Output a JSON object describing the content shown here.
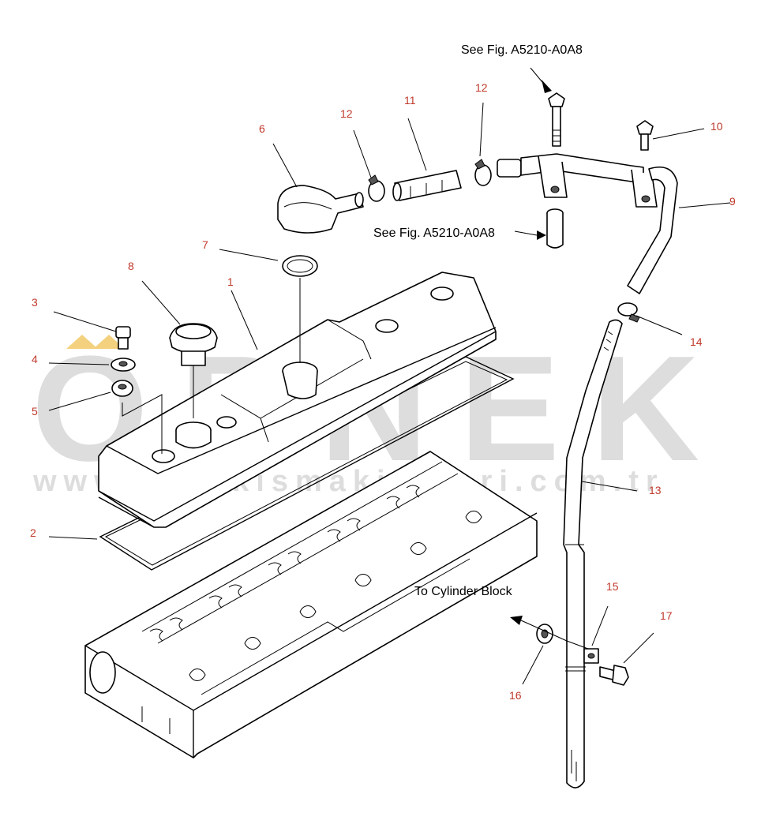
{
  "watermark": {
    "brand": "ORNEK",
    "website": "www.ornekismakinalari.com.tr",
    "color": "#d8d8d8",
    "accent": "#f3c969"
  },
  "notes": {
    "see_fig_top": "See Fig. A5210-A0A8",
    "see_fig_mid": "See Fig. A5210-A0A8",
    "to_cylinder_block": "To Cylinder Block"
  },
  "callouts": {
    "n1": "1",
    "n2": "2",
    "n3": "3",
    "n4": "4",
    "n5": "5",
    "n6": "6",
    "n7": "7",
    "n8": "8",
    "n9": "9",
    "n10": "10",
    "n11": "11",
    "n12a": "12",
    "n12b": "12",
    "n13": "13",
    "n14": "14",
    "n15": "15",
    "n16": "16",
    "n17": "17"
  },
  "colors": {
    "callout": "#c0392b",
    "line": "#000000"
  }
}
